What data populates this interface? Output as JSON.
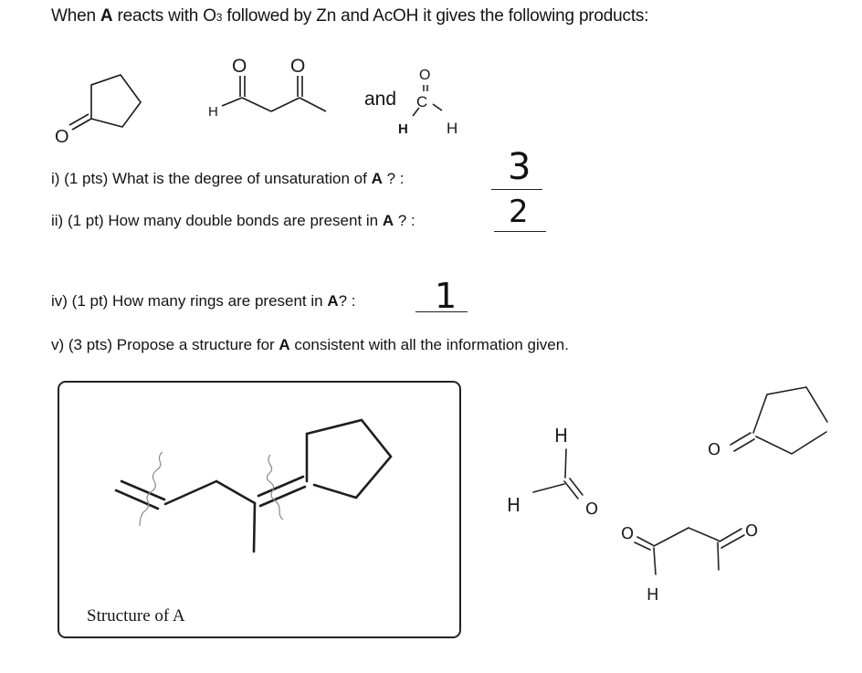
{
  "header": {
    "prefix": "When ",
    "compound": "A",
    "middle": " reacts with O",
    "subscript": "3",
    "suffix": " followed by Zn and AcOH it gives the following products:"
  },
  "products": {
    "items": [
      {
        "name": "cyclopentanone",
        "atoms": [
          "O"
        ]
      },
      {
        "name": "3-oxobutanal",
        "atoms": [
          "H",
          "O",
          "O"
        ]
      },
      {
        "name": "formaldehyde",
        "atoms": [
          "O",
          "C",
          "H",
          "H"
        ]
      }
    ],
    "conjunction": "and"
  },
  "questions": [
    {
      "id": "i",
      "prefix": "i) (1 pts) What is the degree of unsaturation of ",
      "bold": "A",
      "suffix": " ?   :",
      "answer": "3"
    },
    {
      "id": "ii",
      "prefix": "ii) (1 pt) How many double bonds are present in ",
      "bold": "A",
      "suffix": " ?  :",
      "answer": "2"
    },
    {
      "id": "iv",
      "prefix": "iv) (1 pt) How many rings are present in ",
      "bold": "A",
      "suffix": "? :",
      "answer": "1"
    },
    {
      "id": "v",
      "prefix": "v) (3 pts) Propose a structure for ",
      "bold": "A",
      "suffix": " consistent with all the information given."
    }
  ],
  "structure_box": {
    "label": "Structure of A"
  },
  "handwritten_products": {
    "formaldehyde_atoms": [
      "H",
      "H",
      "O"
    ],
    "cyclopentanone_atoms": [
      "O"
    ],
    "oxobutanal_atoms": [
      "O",
      "O",
      "H"
    ]
  }
}
